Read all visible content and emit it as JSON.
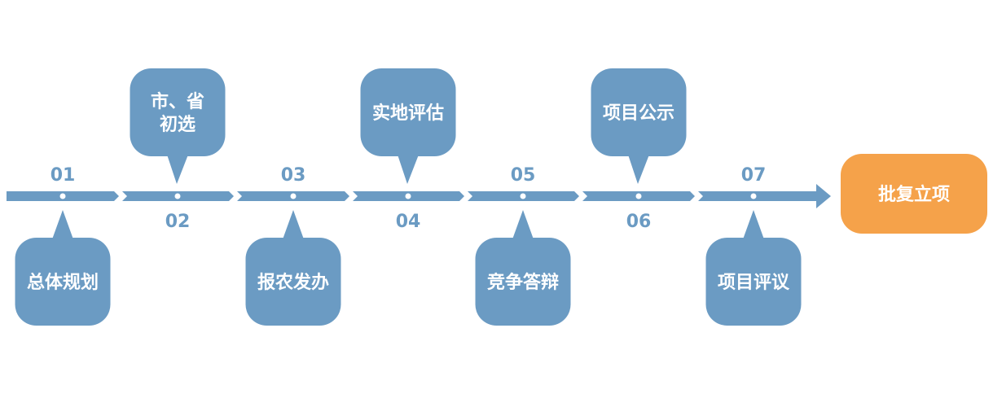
{
  "steps": [
    {
      "num": "01",
      "label_lines": [
        "总体规划"
      ],
      "position": "below"
    },
    {
      "num": "02",
      "label_lines": [
        "市、省",
        "初选"
      ],
      "position": "above"
    },
    {
      "num": "03",
      "label_lines": [
        "报农发办"
      ],
      "position": "below"
    },
    {
      "num": "04",
      "label_lines": [
        "实地评估"
      ],
      "position": "above"
    },
    {
      "num": "05",
      "label_lines": [
        "竞争答辩"
      ],
      "position": "below"
    },
    {
      "num": "06",
      "label_lines": [
        "项目公示"
      ],
      "position": "above"
    },
    {
      "num": "07",
      "label_lines": [
        "项目评议"
      ],
      "position": "below"
    }
  ],
  "final": {
    "label": "批复立项"
  },
  "colors": {
    "primary": "#6b9bc3",
    "accent": "#f5a24a",
    "text_on_shape": "#ffffff",
    "dot": "#ffffff"
  }
}
